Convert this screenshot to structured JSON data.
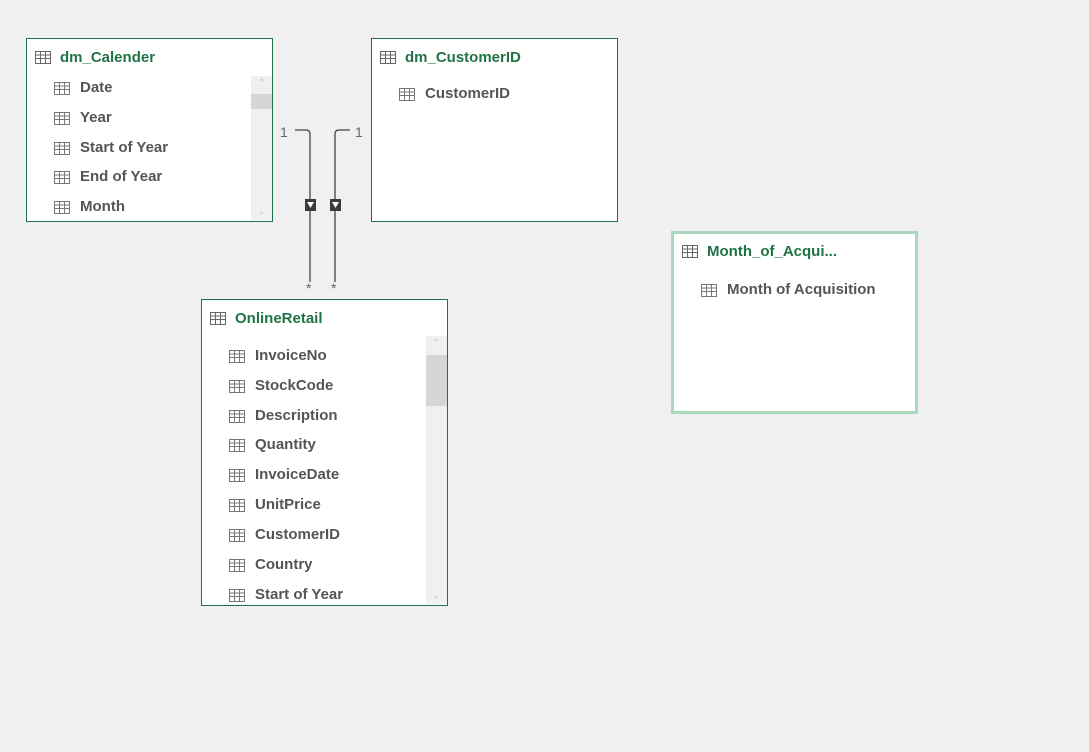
{
  "tables": {
    "calendar": {
      "title": "dm_Calender",
      "fields": [
        "Date",
        "Year",
        "Start of Year",
        "End of Year",
        "Month"
      ]
    },
    "customer": {
      "title": "dm_CustomerID",
      "fields": [
        "CustomerID"
      ]
    },
    "acquisition": {
      "title": "Month_of_Acqui...",
      "fields": [
        "Month of Acquisition"
      ]
    },
    "online": {
      "title": "OnlineRetail",
      "fields": [
        "InvoiceNo",
        "StockCode",
        "Description",
        "Quantity",
        "InvoiceDate",
        "UnitPrice",
        "CustomerID",
        "Country",
        "Start of Year"
      ]
    }
  },
  "relationships": [
    {
      "from": "dm_Calender",
      "to": "OnlineRetail",
      "one_label": "1",
      "many_label": "*"
    },
    {
      "from": "dm_CustomerID",
      "to": "OnlineRetail",
      "one_label": "1",
      "many_label": "*"
    }
  ],
  "colors": {
    "title": "#217346",
    "border": "#217346",
    "selected_border": "#a8d8be",
    "field_text": "#555555",
    "canvas": "#f0f0f0"
  },
  "icons": {
    "table": "table-icon",
    "field": "field-icon",
    "filter_direction": "arrow-down-icon"
  }
}
